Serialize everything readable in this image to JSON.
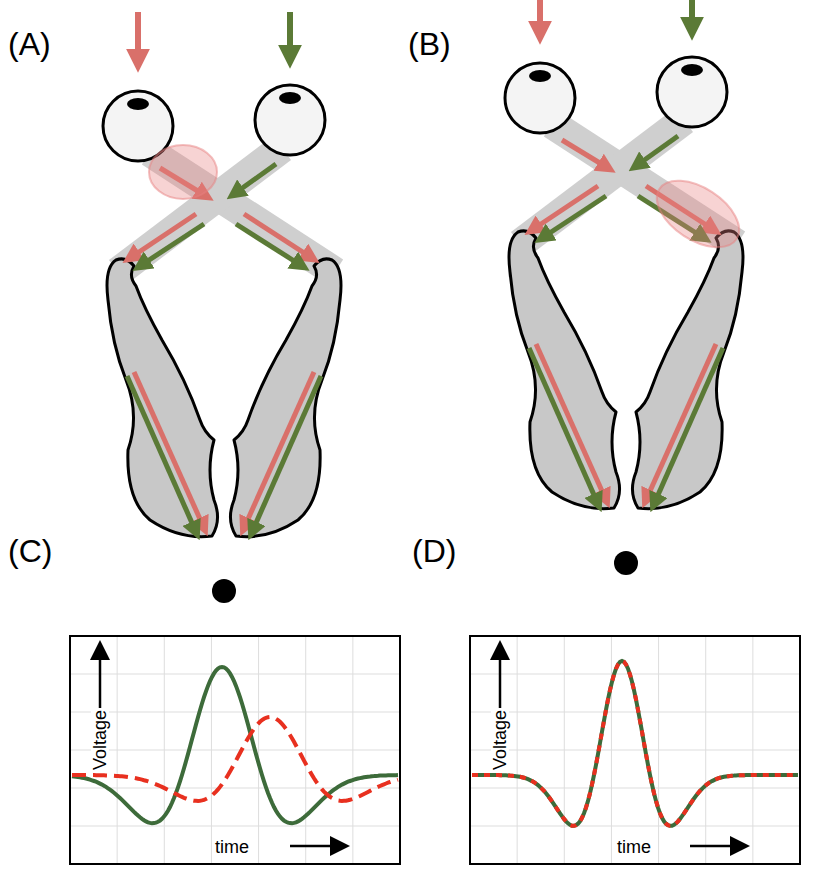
{
  "diagram": {
    "labels": [
      "(A)",
      "(B)",
      "(C)",
      "(D)",
      "Voltage",
      "time",
      "Voltage",
      "time"
    ]
  }
}
